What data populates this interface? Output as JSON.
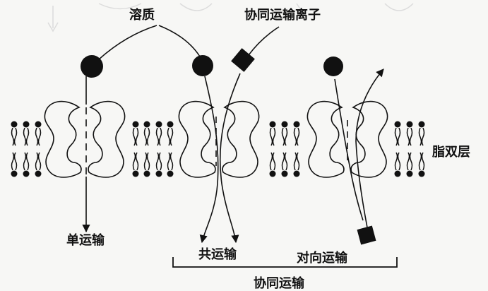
{
  "labels": {
    "solute": "溶质",
    "cotransport_ion": "协同运输离子",
    "lipid_bilayer": "脂双层",
    "uniport": "单运输",
    "symport": "共运输",
    "antiport": "对向运输",
    "cotransport": "协同运输"
  },
  "colors": {
    "ink": "#111111",
    "background": "#f7f7f5"
  },
  "icons": [
    "solute-ball",
    "ion-square",
    "carrier-protein",
    "lipid-molecule",
    "arrow"
  ]
}
